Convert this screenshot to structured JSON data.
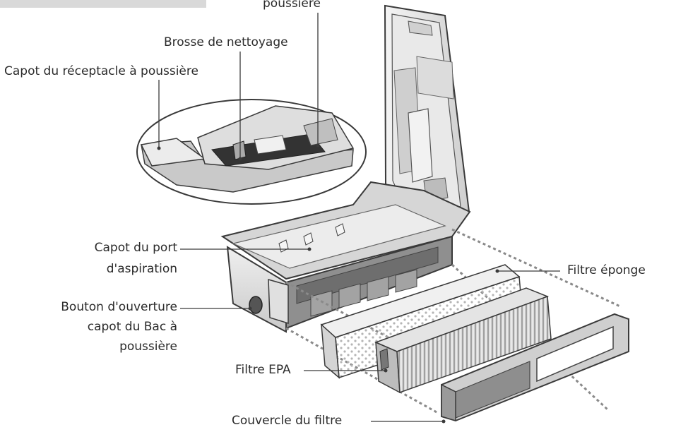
{
  "labels": {
    "dust_cover_top": "poussière",
    "cleaning_brush": "Brosse de nettoyage",
    "dust_bin_cover": "Capot du réceptacle à poussière",
    "suction_port_cover_l1": "Capot du port",
    "suction_port_cover_l2": "d'aspiration",
    "open_button_l1": "Bouton d'ouverture",
    "open_button_l2": "capot du Bac à",
    "open_button_l3": "poussière",
    "sponge_filter": "Filtre éponge",
    "epa_filter": "Filtre EPA",
    "filter_cover": "Couvercle du filtre"
  },
  "colors": {
    "line": "#3a3a3a",
    "body_light": "#e6e6e6",
    "body_mid": "#bdbdbd",
    "body_dark": "#6e6e6e",
    "sponge": "#e8e8e8",
    "header": "#d9d9d9"
  }
}
